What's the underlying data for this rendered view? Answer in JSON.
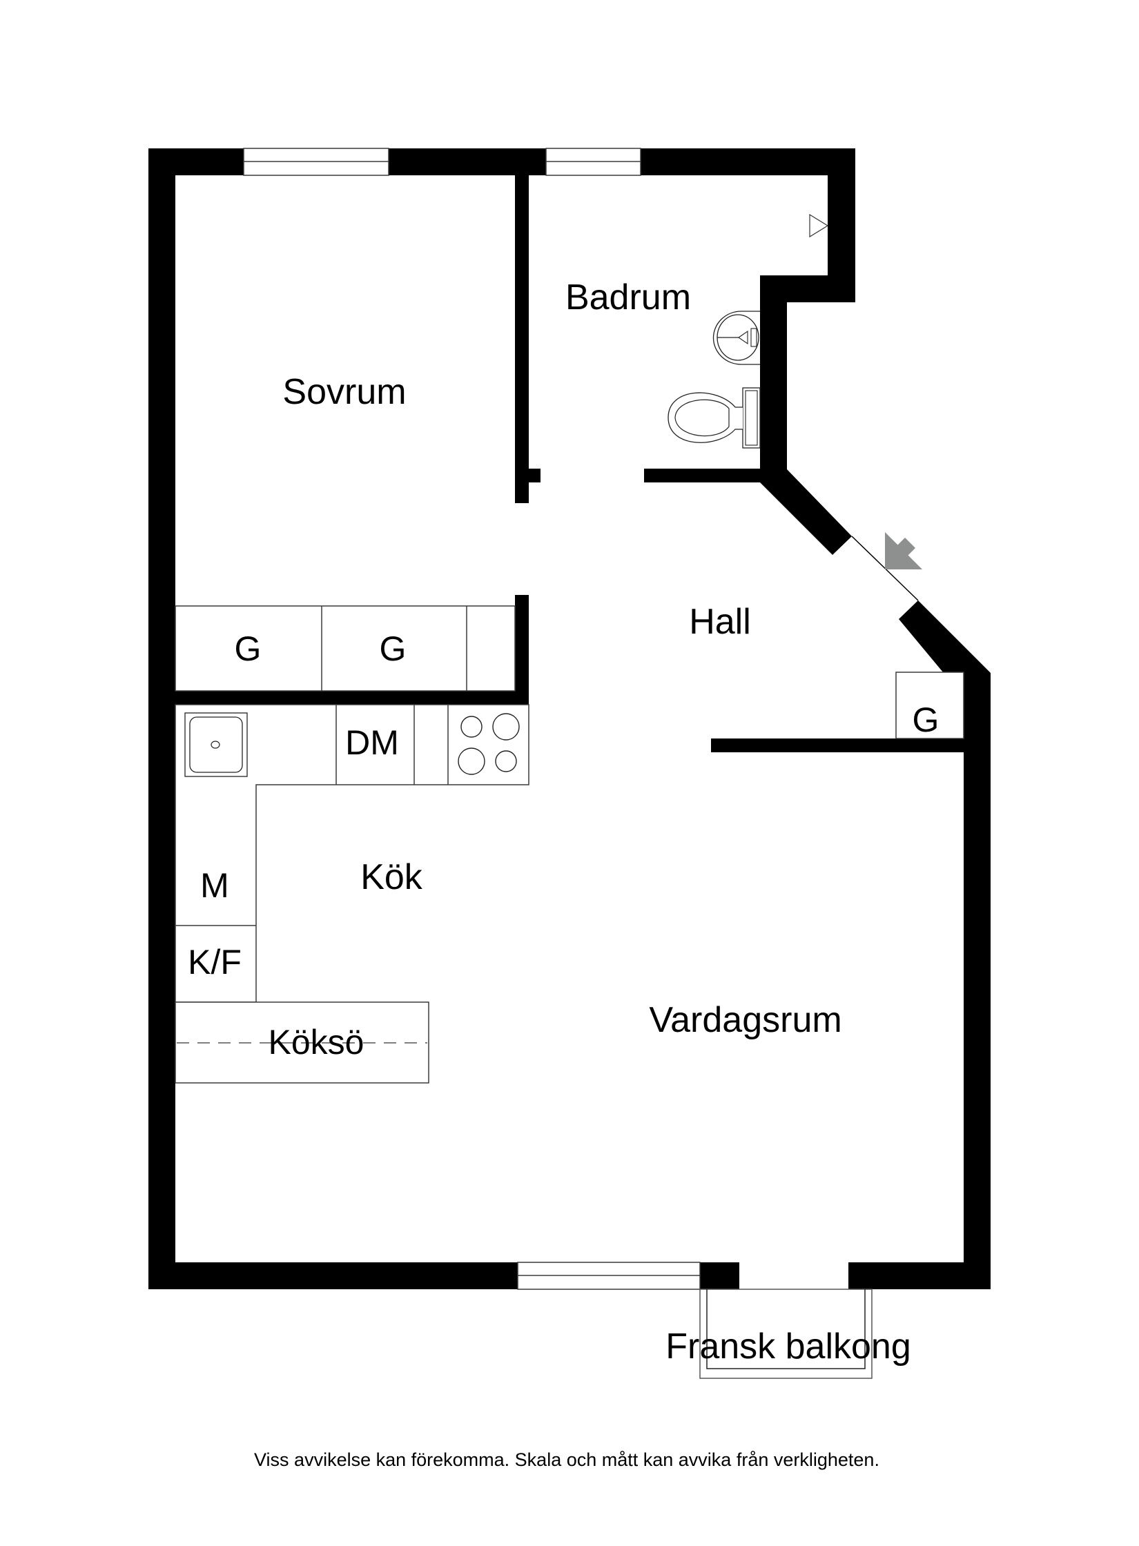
{
  "floorplan": {
    "rooms": {
      "sovrum": "Sovrum",
      "badrum": "Badrum",
      "hall": "Hall",
      "kok": "Kök",
      "vardagsrum": "Vardagsrum"
    },
    "fixtures": {
      "wardrobe_1": "G",
      "wardrobe_2": "G",
      "wardrobe_hall": "G",
      "dishwasher": "DM",
      "microwave": "M",
      "fridge_freezer": "K/F",
      "kitchen_island": "Köksö"
    },
    "balcony_label": "Fransk balkong",
    "entrance_arrow_color": "#8e9090",
    "wall_color": "#000000"
  },
  "footer": {
    "disclaimer": "Viss avvikelse kan förekomma. Skala och mått kan avvika från verkligheten."
  }
}
